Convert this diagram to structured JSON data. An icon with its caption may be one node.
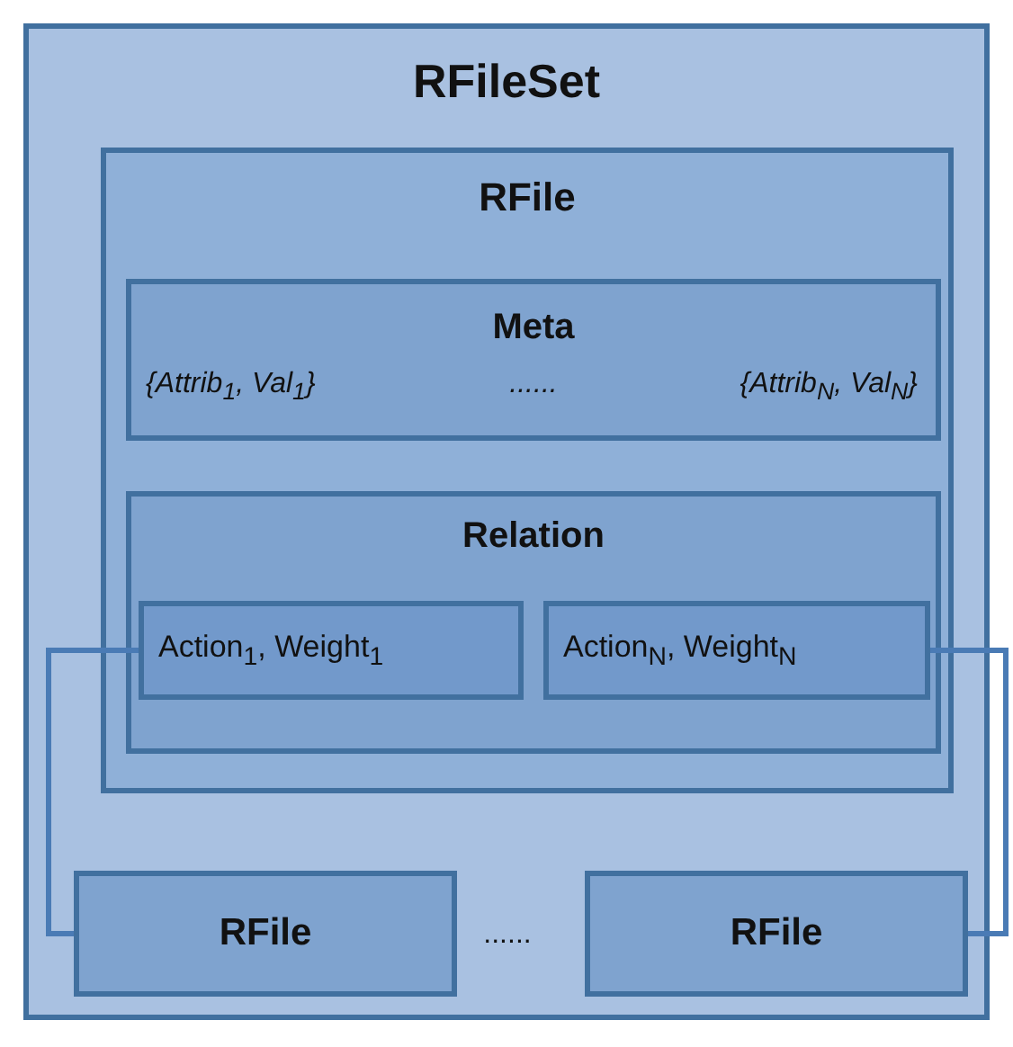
{
  "diagram": {
    "nodes": [
      {
        "text": [
          "RFileSet"
        ]
      },
      {
        "text": [
          "RFile"
        ],
        "in": 0
      },
      {
        "text": [
          "Meta",
          "{Attrib$_{1}$, Val$_{1}$}",
          "......",
          "{Attrib$_{N}$, Val$_{N}$}"
        ],
        "in": 1
      },
      {
        "text": [
          "Relation"
        ],
        "in": 1
      },
      {
        "text": [
          "Action$_{1}$, Weight$_{1}$"
        ],
        "in": 3
      },
      {
        "text": [
          "Action$_{N}$, Weight$_{N}$"
        ],
        "in": 3
      },
      {
        "text": [
          "RFile"
        ],
        "in": 0
      },
      {
        "text": [
          "RFile"
        ],
        "in": 0
      }
    ],
    "edges": [
      {
        "from": 4,
        "to": 6,
        "arrow": "none"
      },
      {
        "from": 5,
        "to": 7,
        "arrow": "none"
      }
    ],
    "labels": [
      "......"
    ]
  }
}
